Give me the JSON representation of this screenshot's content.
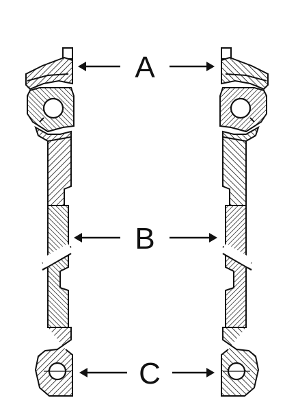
{
  "labels": {
    "top": "A",
    "middle": "B",
    "bottom": "C"
  },
  "colors": {
    "ink": "#111111",
    "background": "#ffffff"
  }
}
